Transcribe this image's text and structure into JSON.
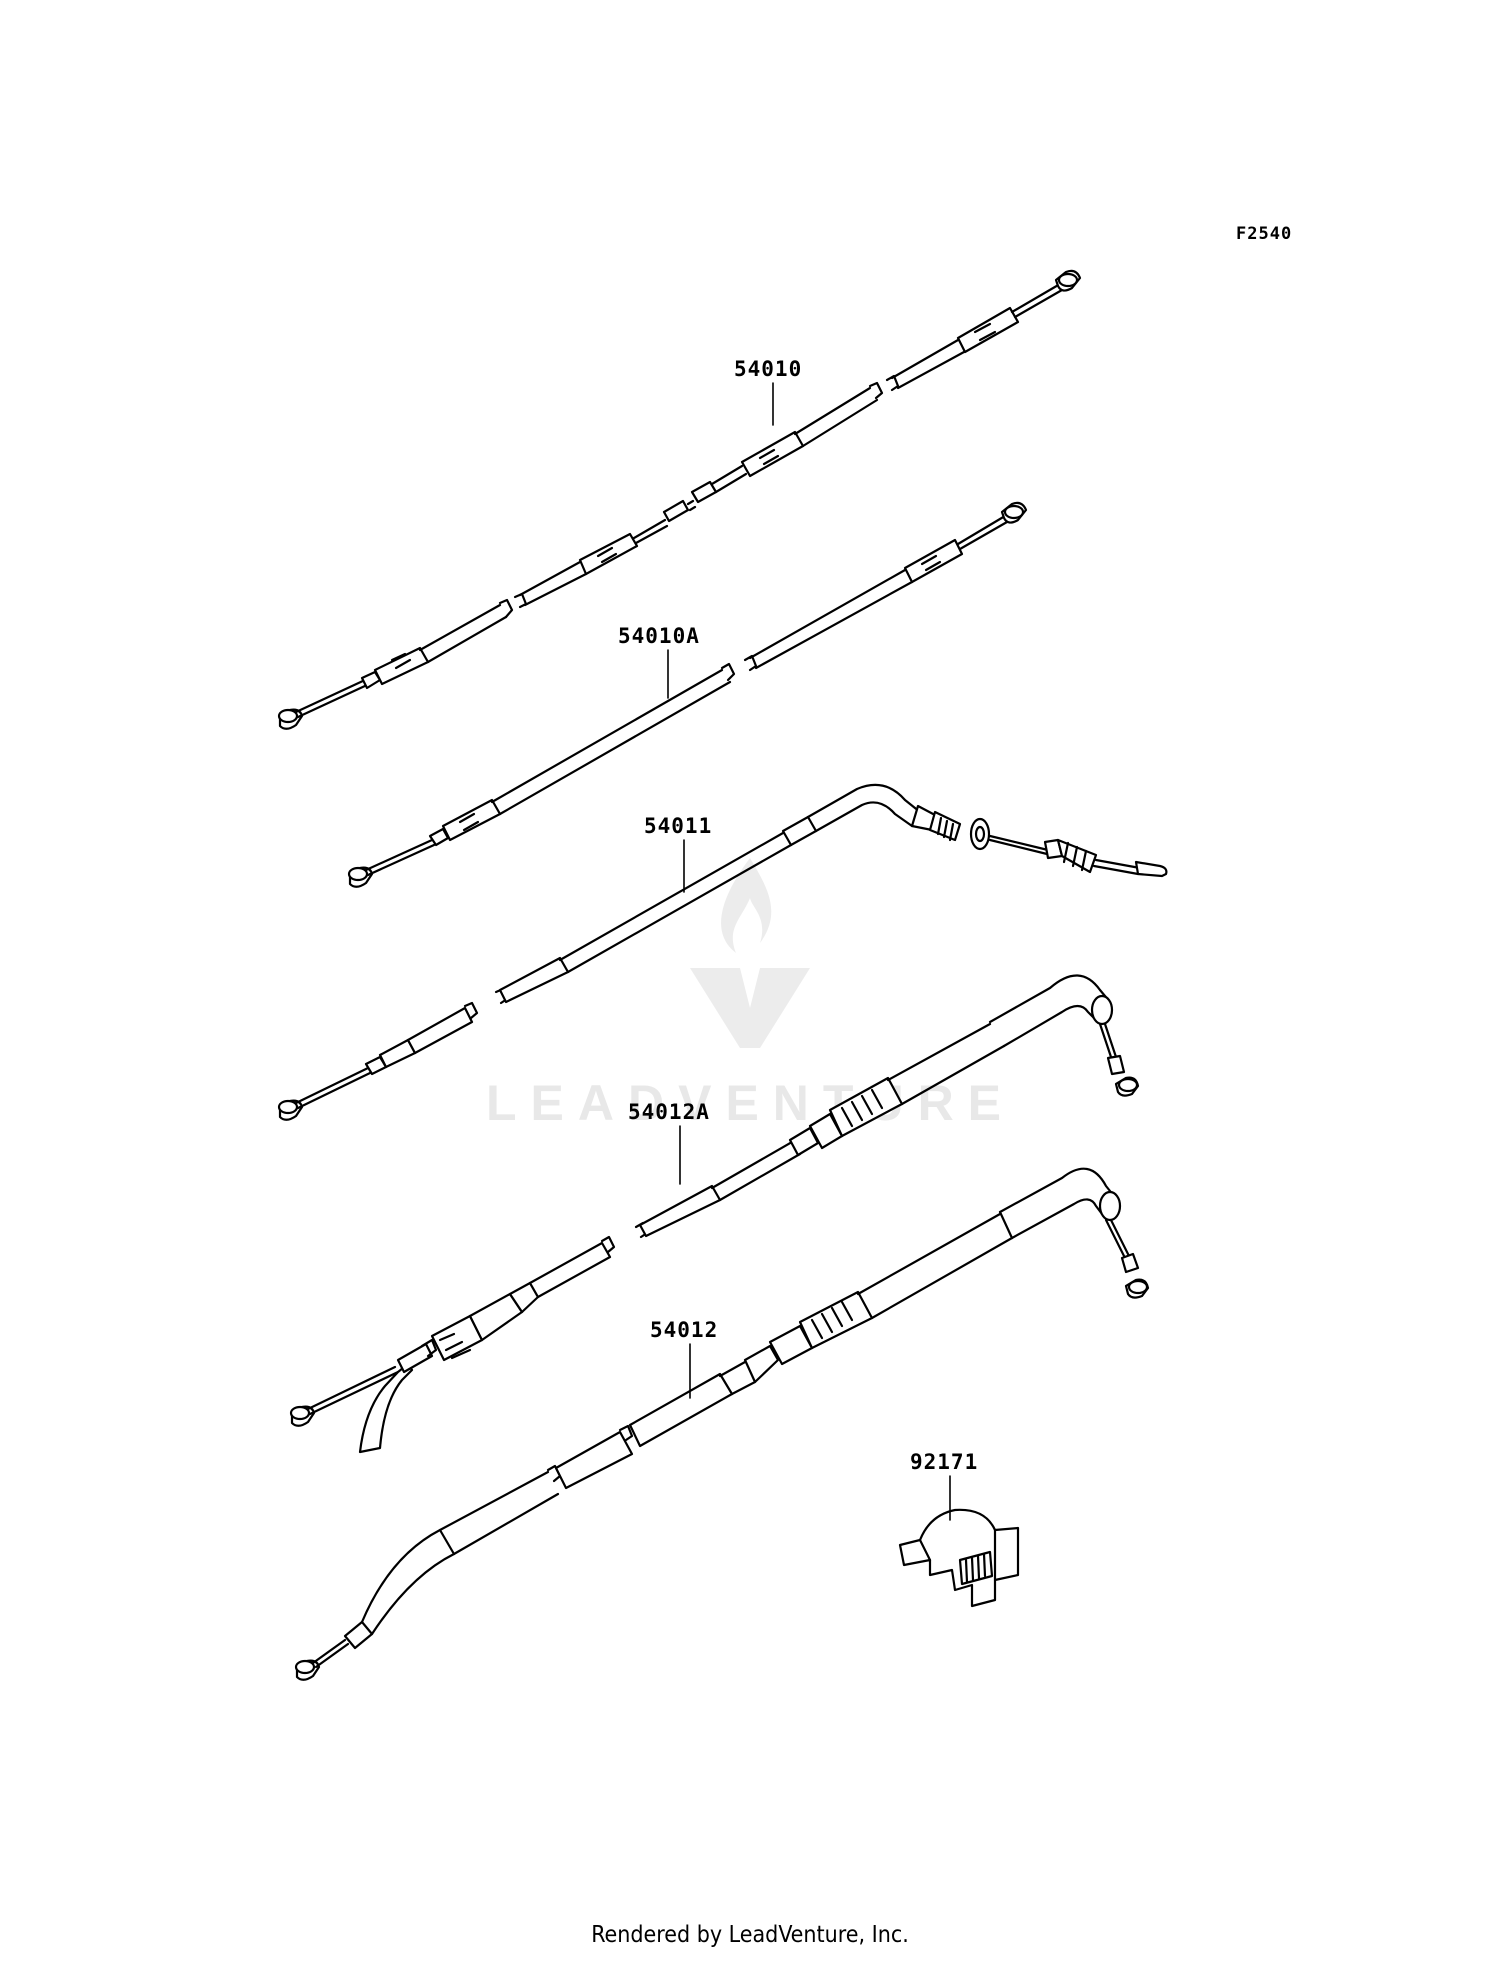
{
  "figure_code": "F2540",
  "footer": "Rendered by LeadVenture, Inc.",
  "watermark": "LEADVENTURE",
  "callouts": [
    {
      "part": "54010"
    },
    {
      "part": "54010A"
    },
    {
      "part": "54011"
    },
    {
      "part": "54012A"
    },
    {
      "part": "54012"
    },
    {
      "part": "92171"
    }
  ],
  "colors": {
    "line": "#000000",
    "background": "#ffffff",
    "watermark": "#e8e8e8"
  }
}
